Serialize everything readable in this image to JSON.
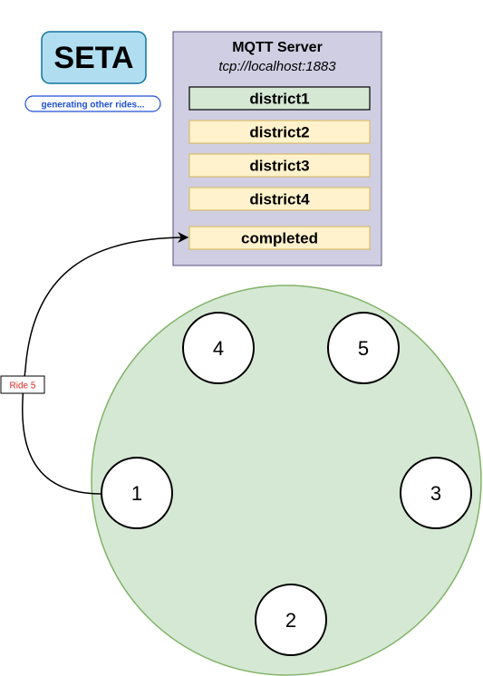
{
  "seta": {
    "title": "SETA",
    "status": "generating other rides..."
  },
  "server": {
    "title": "MQTT Server",
    "address": "tcp://localhost:1883",
    "topics": [
      {
        "label": "district1",
        "active": true
      },
      {
        "label": "district2",
        "active": false
      },
      {
        "label": "district3",
        "active": false
      },
      {
        "label": "district4",
        "active": false
      },
      {
        "label": "completed",
        "active": false
      }
    ]
  },
  "edge": {
    "label": "Ride 5",
    "label_color": "#e0261f"
  },
  "area": {
    "nodes": [
      "1",
      "2",
      "3",
      "4",
      "5"
    ]
  },
  "colors": {
    "seta_fill": "#b1ddf0",
    "seta_stroke": "#10739e",
    "status_stroke": "#1e4fd6",
    "status_text": "#1e4fd6",
    "server_fill": "#d0cee2",
    "server_stroke": "#56517e",
    "topic_active_fill": "#d5e8d4",
    "topic_active_stroke": "#000000",
    "topic_fill": "#fff2cc",
    "topic_stroke": "#d6b656",
    "area_fill": "#d5e8d4",
    "area_stroke": "#82b366"
  }
}
